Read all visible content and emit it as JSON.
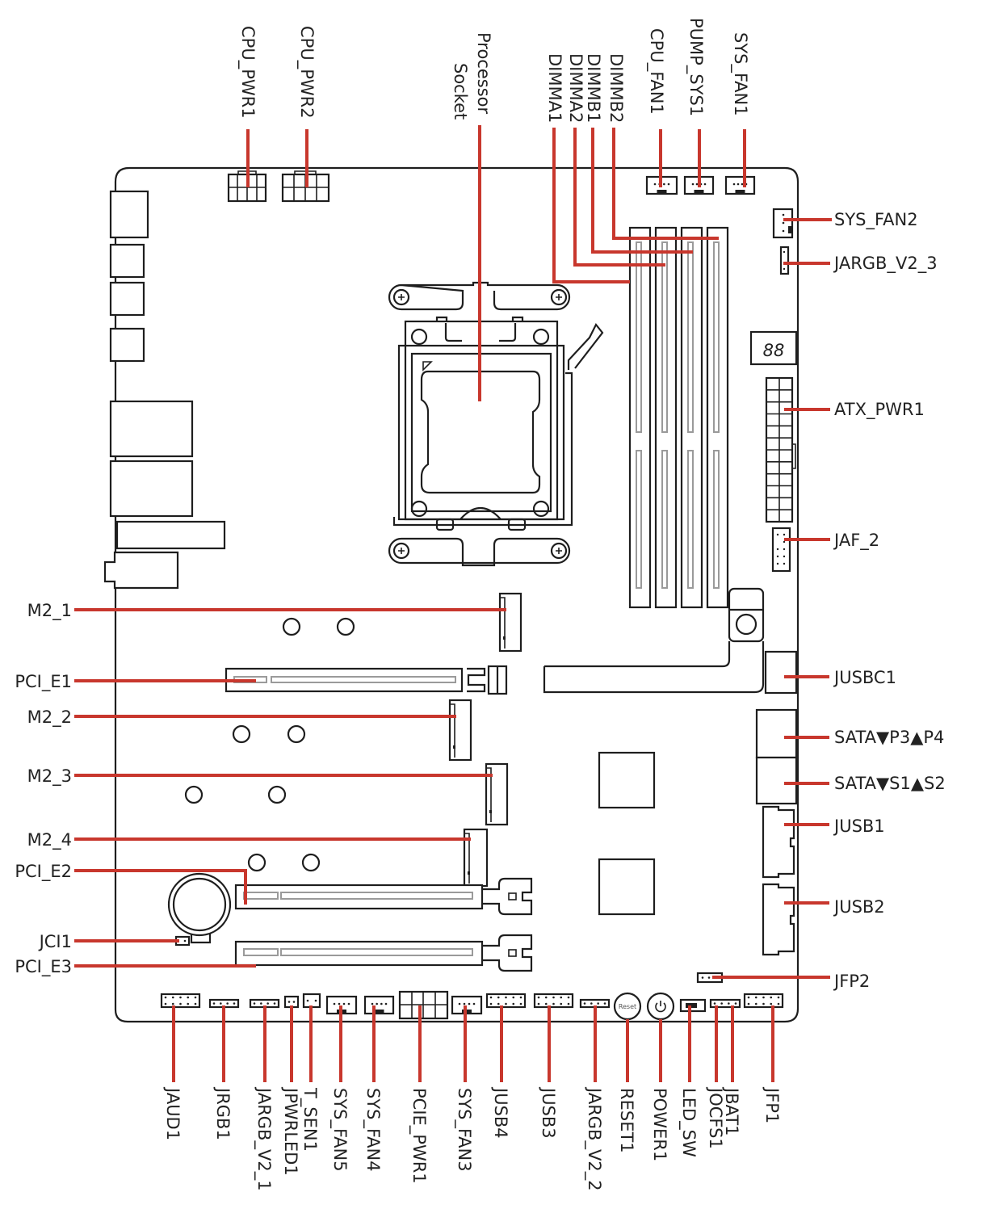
{
  "diagram": {
    "title": "Motherboard layout",
    "accent_color": "#c8372d",
    "outline_color": "#1e1e1e",
    "debug_display": "88",
    "reset_button_text": "Reset",
    "labels": {
      "top": [
        {
          "id": "cpu_pwr1",
          "text": "CPU_PWR1"
        },
        {
          "id": "cpu_pwr2",
          "text": "CPU_PWR2"
        },
        {
          "id": "processor_socket_1",
          "text": "Processor"
        },
        {
          "id": "processor_socket_2",
          "text": "Socket"
        },
        {
          "id": "dimma1",
          "text": "DIMMA1"
        },
        {
          "id": "dimma2",
          "text": "DIMMA2"
        },
        {
          "id": "dimmb1",
          "text": "DIMMB1"
        },
        {
          "id": "dimmb2",
          "text": "DIMMB2"
        },
        {
          "id": "cpu_fan1",
          "text": "CPU_FAN1"
        },
        {
          "id": "pump_sys1",
          "text": "PUMP_SYS1"
        },
        {
          "id": "sys_fan1",
          "text": "SYS_FAN1"
        }
      ],
      "right": [
        {
          "id": "sys_fan2",
          "text": "SYS_FAN2"
        },
        {
          "id": "jargb_v2_3",
          "text": "JARGB_V2_3"
        },
        {
          "id": "atx_pwr1",
          "text": "ATX_PWR1"
        },
        {
          "id": "jaf_2",
          "text": "JAF_2"
        },
        {
          "id": "jusbc1",
          "text": "JUSBC1"
        },
        {
          "id": "sata_p3p4",
          "text": "SATA▼P3▲P4"
        },
        {
          "id": "sata_s1s2",
          "text": "SATA▼S1▲S2"
        },
        {
          "id": "jusb1",
          "text": "JUSB1"
        },
        {
          "id": "jusb2",
          "text": "JUSB2"
        },
        {
          "id": "jfp2",
          "text": "JFP2"
        }
      ],
      "left": [
        {
          "id": "m2_1",
          "text": "M2_1"
        },
        {
          "id": "pci_e1",
          "text": "PCI_E1"
        },
        {
          "id": "m2_2",
          "text": "M2_2"
        },
        {
          "id": "m2_3",
          "text": "M2_3"
        },
        {
          "id": "m2_4",
          "text": "M2_4"
        },
        {
          "id": "pci_e2",
          "text": "PCI_E2"
        },
        {
          "id": "jci1",
          "text": "JCI1"
        },
        {
          "id": "pci_e3",
          "text": "PCI_E3"
        }
      ],
      "bottom": [
        {
          "id": "jaud1",
          "text": "JAUD1"
        },
        {
          "id": "jrgb1",
          "text": "JRGB1"
        },
        {
          "id": "jargb_v2_1",
          "text": "JARGB_V2_1"
        },
        {
          "id": "jpwrled1",
          "text": "JPWRLED1"
        },
        {
          "id": "t_sen1",
          "text": "T_SEN1"
        },
        {
          "id": "sys_fan5",
          "text": "SYS_FAN5"
        },
        {
          "id": "sys_fan4",
          "text": "SYS_FAN4"
        },
        {
          "id": "pcie_pwr1",
          "text": "PCIE_PWR1"
        },
        {
          "id": "sys_fan3",
          "text": "SYS_FAN3"
        },
        {
          "id": "jusb4",
          "text": "JUSB4"
        },
        {
          "id": "jusb3",
          "text": "JUSB3"
        },
        {
          "id": "jargb_v2_2",
          "text": "JARGB_V2_2"
        },
        {
          "id": "reset1",
          "text": "RESET1"
        },
        {
          "id": "power1",
          "text": "POWER1"
        },
        {
          "id": "led_sw",
          "text": "LED_SW"
        },
        {
          "id": "jocfs1",
          "text": "JOCFS1"
        },
        {
          "id": "jbat1",
          "text": "JBAT1"
        },
        {
          "id": "jfp1",
          "text": "JFP1"
        }
      ]
    }
  }
}
